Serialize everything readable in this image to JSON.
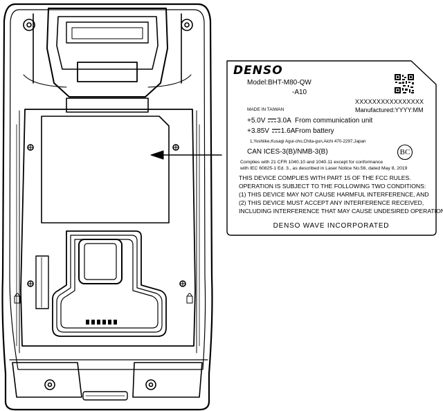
{
  "label": {
    "brand": "DENSO",
    "model": "Model:BHT-M80-QW",
    "variant": "-A10",
    "serial": "XXXXXXXXXXXXXXXX",
    "manufactured": "Manufactured:YYYY:MM",
    "origin": "MADE IN TAIWAN",
    "power1_rating": "+5.0V",
    "power1_current": "3.0A",
    "power1_source": "From communication unit",
    "power2_rating": "+3.85V",
    "power2_current": "1.6A",
    "power2_source": "From battery",
    "address": "1,Yoshiike,Kusagi Agui-cho,Chita-gun,Aichi 470-2297,Japan",
    "canada": "CAN ICES-3(B)/NMB-3(B)",
    "bc_mark": "BC",
    "compliance_line1": "Complies with 21 CFR 1040.10 and 1040.11 except for conformance",
    "compliance_line2": "with IEC 60825-1 Ed. 3., as described in Laser Notice No.56, dated May 8, 2019",
    "fcc_lines": [
      "THIS DEVICE COMPLIES WITH PART 15 OF THE FCC RULES.",
      "OPERATION IS SUBJECT TO THE FOLLOWING TWO CONDITIONS:",
      "(1) THIS DEVICE MAY NOT CAUSE HARMFUL INTERFERENCE, AND",
      "(2) THIS DEVICE MUST ACCEPT ANY INTERFERENCE RECEIVED,",
      "INCLUDING INTERFERENCE THAT MAY CAUSE UNDESIRED OPERATION."
    ],
    "manufacturer": "DENSO WAVE INCORPORATED"
  },
  "colors": {
    "line": "#000000",
    "fill": "#ffffff",
    "panel": "#ffffff"
  },
  "icons": [
    "qr-code-icon",
    "dc-symbol-icon",
    "bc-mark-icon",
    "arrow-icon",
    "screw-icon",
    "lock-icon"
  ]
}
